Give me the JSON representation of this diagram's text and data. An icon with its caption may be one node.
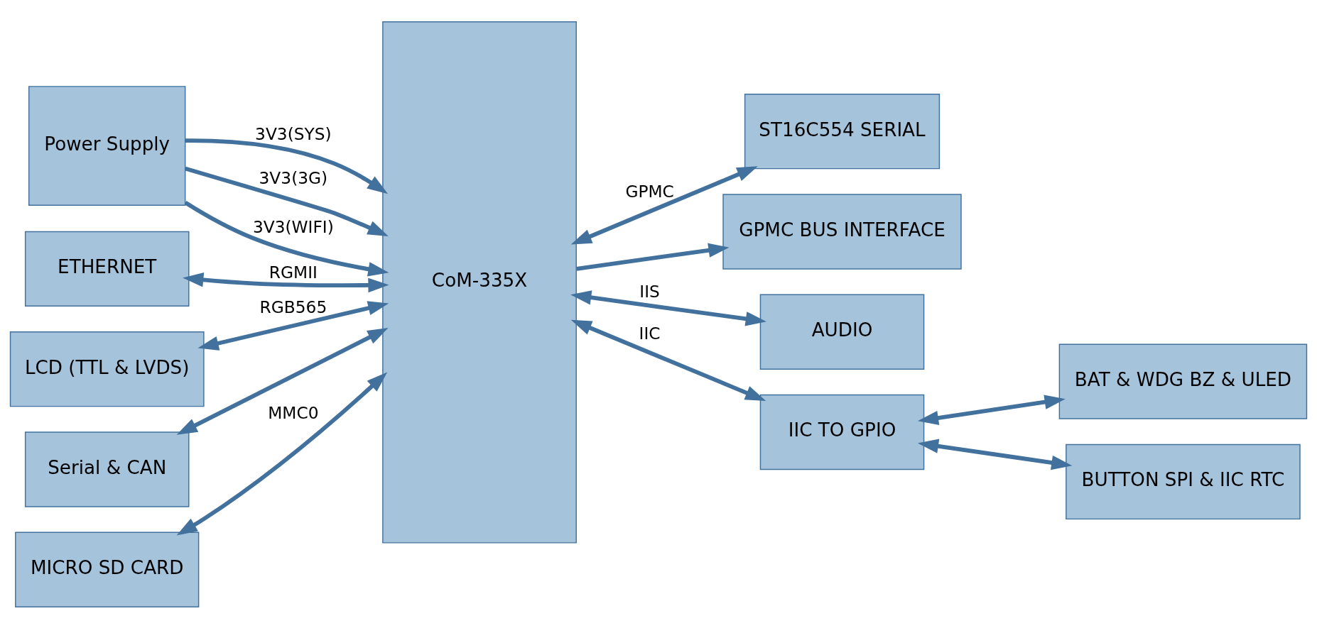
{
  "diagram": {
    "nodes": [
      {
        "text": [
          "Power Supply"
        ]
      },
      {
        "text": [
          "ETHERNET"
        ]
      },
      {
        "text": [
          "LCD (TTL & LVDS)"
        ]
      },
      {
        "text": [
          "Serial & CAN"
        ]
      },
      {
        "text": [
          "MICRO SD CARD"
        ]
      },
      {
        "text": [
          "CoM-335X"
        ]
      },
      {
        "text": [
          "ST16C554 SERIAL"
        ]
      },
      {
        "text": [
          "GPMC BUS INTERFACE"
        ]
      },
      {
        "text": [
          "AUDIO"
        ]
      },
      {
        "text": [
          "IIC TO GPIO"
        ]
      },
      {
        "text": [
          "BAT & WDG BZ & ULED"
        ]
      },
      {
        "text": [
          "BUTTON SPI & IIC RTC"
        ]
      }
    ],
    "edges": [
      {
        "from": 0,
        "to": 5,
        "arrow": "to",
        "label": "3V3(SYS)"
      },
      {
        "from": 0,
        "to": 5,
        "arrow": "to",
        "label": "3V3(3G)"
      },
      {
        "from": 0,
        "to": 5,
        "arrow": "to",
        "label": "3V3(WIFI)"
      },
      {
        "from": 1,
        "to": 5,
        "arrow": "both",
        "label": "RGMII"
      },
      {
        "from": 2,
        "to": 5,
        "arrow": "both",
        "label": "RGB565"
      },
      {
        "from": 3,
        "to": 5,
        "arrow": "both"
      },
      {
        "from": 4,
        "to": 5,
        "arrow": "both",
        "label": "MMC0"
      },
      {
        "from": 5,
        "to": 6,
        "arrow": "both",
        "label": "GPMC"
      },
      {
        "from": 5,
        "to": 7,
        "arrow": "to"
      },
      {
        "from": 5,
        "to": 8,
        "arrow": "both",
        "label": "IIS"
      },
      {
        "from": 5,
        "to": 9,
        "arrow": "both",
        "label": "IIC"
      },
      {
        "from": 9,
        "to": 10,
        "arrow": "both"
      },
      {
        "from": 9,
        "to": 11,
        "arrow": "both"
      }
    ]
  }
}
